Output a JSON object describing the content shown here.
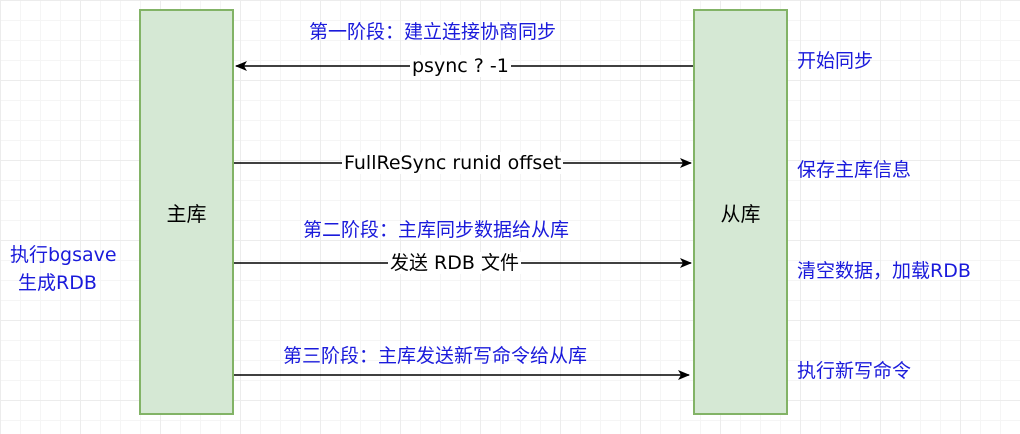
{
  "nodes": {
    "master": "主库",
    "slave": "从库"
  },
  "phases": {
    "phase1": "第一阶段：建立连接协商同步",
    "phase2": "第二阶段：主库同步数据给从库",
    "phase3": "第三阶段：主库发送新写命令给从库"
  },
  "messages": {
    "psync": "psync ? -1",
    "fullresync": "FullReSync  runid  offset",
    "send_rdb": "发送 RDB 文件"
  },
  "master_notes": {
    "line1": "执行bgsave",
    "line2": "生成RDB"
  },
  "slave_notes": {
    "start_sync": "开始同步",
    "save_info": "保存主库信息",
    "load_rdb": "清空数据，加载RDB",
    "exec_cmd": "执行新写命令"
  },
  "colors": {
    "box_fill": "#d5e8d4",
    "box_border": "#82b366",
    "note_text": "#1a1adb",
    "arrow": "#000000"
  }
}
